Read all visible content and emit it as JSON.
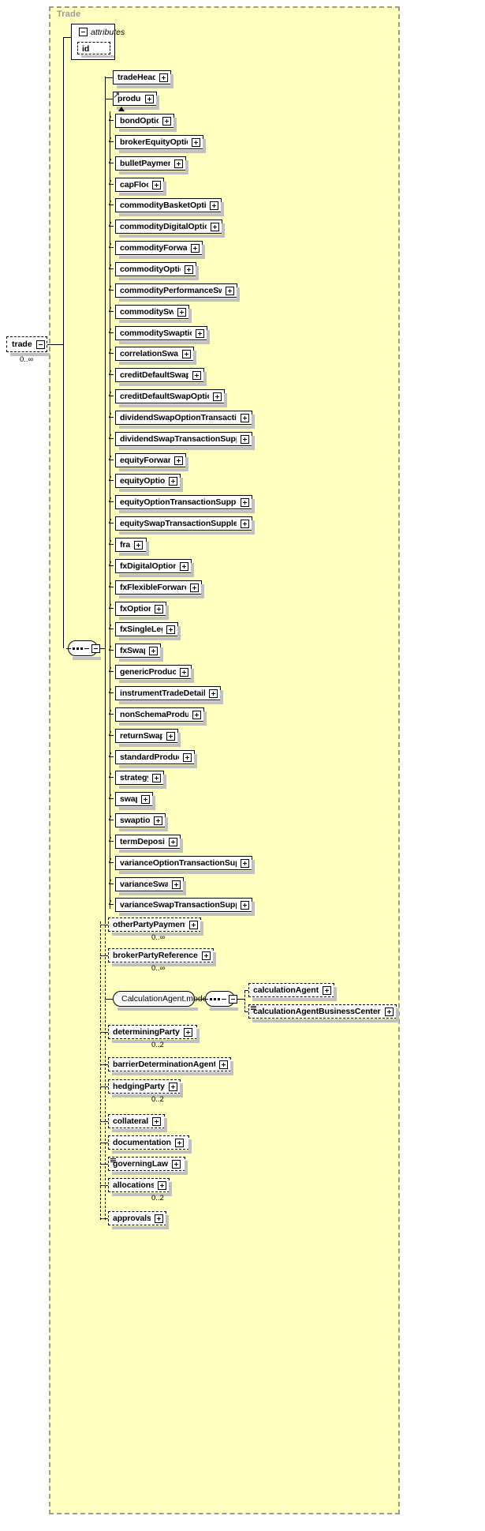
{
  "diagram": {
    "group_title": "Trade",
    "root": {
      "label": "trade",
      "cardinality": "0..∞",
      "expander": "minus"
    },
    "attributes": {
      "title": "attributes",
      "expander": "minus",
      "items": [
        {
          "label": "id"
        }
      ]
    }
  },
  "sequence_children": [
    {
      "label": "tradeHeader",
      "expander": "plus",
      "kind": "required",
      "width": 74
    },
    {
      "label": "product",
      "expander": "plus",
      "kind": "required",
      "width": 56,
      "substitution_head": true
    }
  ],
  "product_choices": [
    {
      "label": "bondOption",
      "expander": "plus",
      "width": 75
    },
    {
      "label": "brokerEquityOption",
      "expander": "plus",
      "width": 112
    },
    {
      "label": "bulletPayment",
      "expander": "plus",
      "width": 90
    },
    {
      "label": "capFloor",
      "expander": "plus",
      "width": 62
    },
    {
      "label": "commodityBasketOption",
      "expander": "plus",
      "width": 135
    },
    {
      "label": "commodityDigitalOption",
      "expander": "plus",
      "width": 136
    },
    {
      "label": "commodityForward",
      "expander": "plus",
      "width": 111
    },
    {
      "label": "commodityOption",
      "expander": "plus",
      "width": 103
    },
    {
      "label": "commodityPerformanceSwap",
      "expander": "plus",
      "width": 155
    },
    {
      "label": "commoditySwap",
      "expander": "plus",
      "width": 94
    },
    {
      "label": "commoditySwaption",
      "expander": "plus",
      "width": 117
    },
    {
      "label": "correlationSwap",
      "expander": "plus",
      "width": 100
    },
    {
      "label": "creditDefaultSwap",
      "expander": "plus",
      "width": 113
    },
    {
      "label": "creditDefaultSwapOption",
      "expander": "plus",
      "width": 139
    },
    {
      "label": "dividendSwapOptionTransactio...",
      "expander": "plus",
      "width": 174
    },
    {
      "label": "dividendSwapTransactionSuppl...",
      "expander": "plus",
      "width": 174
    },
    {
      "label": "equityForward",
      "expander": "plus",
      "width": 90
    },
    {
      "label": "equityOption",
      "expander": "plus",
      "width": 83
    },
    {
      "label": "equityOptionTransactionSupple...",
      "expander": "plus",
      "width": 174
    },
    {
      "label": "equitySwapTransactionSupple...",
      "expander": "plus",
      "width": 174
    },
    {
      "label": "fra",
      "expander": "plus",
      "width": 40
    },
    {
      "label": "fxDigitalOption",
      "expander": "plus",
      "width": 97
    },
    {
      "label": "fxFlexibleForward",
      "expander": "plus",
      "width": 110
    },
    {
      "label": "fxOption",
      "expander": "plus",
      "width": 65
    },
    {
      "label": "fxSingleLeg",
      "expander": "plus",
      "width": 80
    },
    {
      "label": "fxSwap",
      "expander": "plus",
      "width": 58
    },
    {
      "label": "genericProduct",
      "expander": "plus",
      "width": 97
    },
    {
      "label": "instrumentTradeDetails",
      "expander": "plus",
      "width": 134
    },
    {
      "label": "nonSchemaProduct",
      "expander": "plus",
      "width": 113
    },
    {
      "label": "returnSwap",
      "expander": "plus",
      "width": 80
    },
    {
      "label": "standardProduct",
      "expander": "plus",
      "width": 101
    },
    {
      "label": "strategy",
      "expander": "plus",
      "width": 62
    },
    {
      "label": "swap",
      "expander": "plus",
      "width": 48
    },
    {
      "label": "swaption",
      "expander": "plus",
      "width": 64
    },
    {
      "label": "termDeposit",
      "expander": "plus",
      "width": 83
    },
    {
      "label": "varianceOptionTransactionSup...",
      "expander": "plus",
      "width": 174
    },
    {
      "label": "varianceSwap",
      "expander": "plus",
      "width": 87
    },
    {
      "label": "varianceSwapTransactionSuppl...",
      "expander": "plus",
      "width": 174
    }
  ],
  "optional_children": [
    {
      "label": "otherPartyPayment",
      "expander": "plus",
      "width": 118,
      "cardinality": "0..∞"
    },
    {
      "label": "brokerPartyReference",
      "expander": "plus",
      "width": 134,
      "cardinality": "0..∞"
    },
    {
      "label": "determiningParty",
      "expander": "plus",
      "width": 113,
      "cardinality": "0..2"
    },
    {
      "label": "barrierDeterminationAgent",
      "expander": "plus",
      "width": 156,
      "cardinality": ""
    },
    {
      "label": "hedgingParty",
      "expander": "plus",
      "width": 92,
      "cardinality": "0..2"
    },
    {
      "label": "collateral",
      "expander": "plus",
      "width": 72,
      "cardinality": ""
    },
    {
      "label": "documentation",
      "expander": "plus",
      "width": 103,
      "cardinality": ""
    },
    {
      "label": "governingLaw",
      "expander": "plus",
      "width": 98,
      "cardinality": "",
      "annotated": true
    },
    {
      "label": "allocations",
      "expander": "plus",
      "width": 78,
      "cardinality": "0..2"
    },
    {
      "label": "approvals",
      "expander": "plus",
      "width": 74,
      "cardinality": ""
    }
  ],
  "calculation_agent_model": {
    "label": "CalculationAgent.model",
    "expander": "minus",
    "compositor": "sequence",
    "children": [
      {
        "label": "calculationAgent",
        "expander": "plus",
        "width": 109,
        "annotated": false
      },
      {
        "label": "calculationAgentBusinessCenter",
        "expander": "plus",
        "width": 188,
        "annotated": true
      }
    ]
  }
}
